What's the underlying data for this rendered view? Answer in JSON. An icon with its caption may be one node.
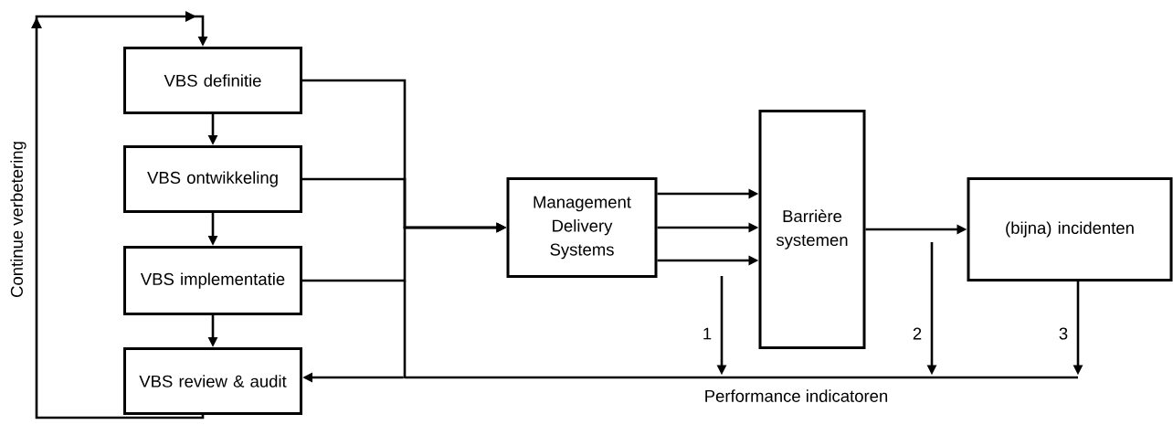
{
  "diagram": {
    "nodes": [
      {
        "text": [
          "VBS definitie"
        ]
      },
      {
        "text": [
          "VBS ontwikkeling"
        ]
      },
      {
        "text": [
          "VBS implementatie"
        ]
      },
      {
        "text": [
          "VBS review & audit"
        ]
      },
      {
        "text": [
          "Management Delivery Systems"
        ]
      },
      {
        "text": [
          "Barrière systemen"
        ]
      },
      {
        "text": [
          "(bijna) incidenten"
        ]
      },
      {
        "text": [
          "Performance indicatoren"
        ]
      }
    ],
    "edges": [
      {
        "from": 0,
        "to": 1,
        "arrow": "to"
      },
      {
        "from": 1,
        "to": 2,
        "arrow": "to"
      },
      {
        "from": 2,
        "to": 3,
        "arrow": "to"
      },
      {
        "from": 3,
        "to": 0,
        "arrow": "to",
        "label": "Continue verbetering"
      },
      {
        "from": 0,
        "to": 4,
        "arrow": "to"
      },
      {
        "from": 1,
        "to": 4,
        "arrow": "to"
      },
      {
        "from": 2,
        "to": 4,
        "arrow": "to"
      },
      {
        "from": 4,
        "to": 5,
        "arrow": "to"
      },
      {
        "from": 4,
        "to": 5,
        "arrow": "to"
      },
      {
        "from": 4,
        "to": 5,
        "arrow": "to"
      },
      {
        "from": 5,
        "to": 6,
        "arrow": "to"
      },
      {
        "from": null,
        "to": 7,
        "arrow": "to",
        "label": "1"
      },
      {
        "from": null,
        "to": 7,
        "arrow": "to",
        "label": "2"
      },
      {
        "from": 6,
        "to": 7,
        "arrow": "to",
        "label": "3"
      },
      {
        "from": 7,
        "to": 3,
        "arrow": "to"
      }
    ]
  }
}
